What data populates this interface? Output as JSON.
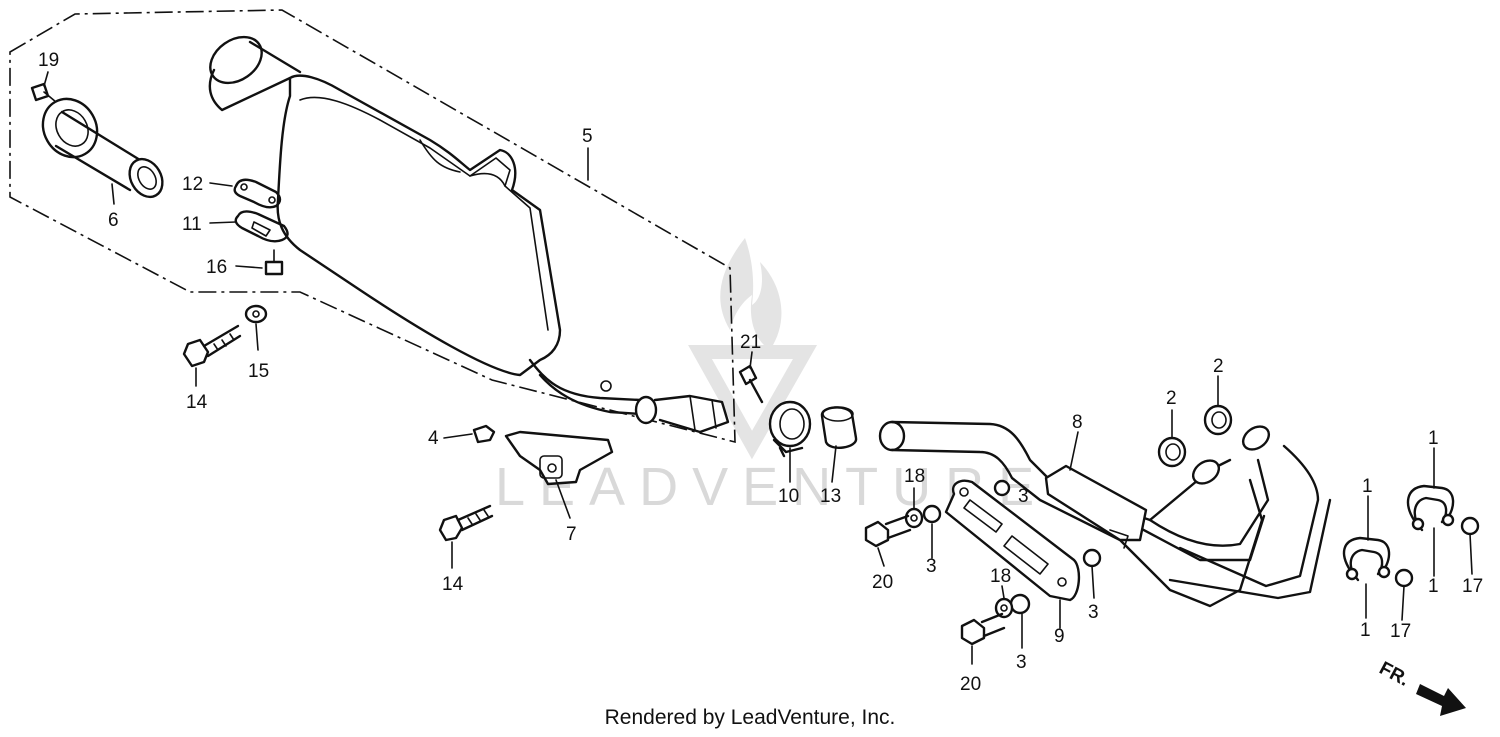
{
  "watermark": "LEADVENTURE",
  "direction_indicator": "FR.",
  "footer": "Rendered by LeadVenture, Inc.",
  "callouts": [
    {
      "id": "c19",
      "label": "19"
    },
    {
      "id": "c6",
      "label": "6"
    },
    {
      "id": "c12",
      "label": "12"
    },
    {
      "id": "c11",
      "label": "11"
    },
    {
      "id": "c16",
      "label": "16"
    },
    {
      "id": "c5",
      "label": "5"
    },
    {
      "id": "c15",
      "label": "15"
    },
    {
      "id": "c14a",
      "label": "14"
    },
    {
      "id": "c21",
      "label": "21"
    },
    {
      "id": "c4",
      "label": "4"
    },
    {
      "id": "c7",
      "label": "7"
    },
    {
      "id": "c14b",
      "label": "14"
    },
    {
      "id": "c10",
      "label": "10"
    },
    {
      "id": "c13",
      "label": "13"
    },
    {
      "id": "c18a",
      "label": "18"
    },
    {
      "id": "c3a",
      "label": "3"
    },
    {
      "id": "c20a",
      "label": "20"
    },
    {
      "id": "c3b",
      "label": "3"
    },
    {
      "id": "c8",
      "label": "8"
    },
    {
      "id": "c2a",
      "label": "2"
    },
    {
      "id": "c2b",
      "label": "2"
    },
    {
      "id": "c18b",
      "label": "18"
    },
    {
      "id": "c9",
      "label": "9"
    },
    {
      "id": "c3c",
      "label": "3"
    },
    {
      "id": "c3d",
      "label": "3"
    },
    {
      "id": "c20b",
      "label": "20"
    },
    {
      "id": "c1a",
      "label": "1"
    },
    {
      "id": "c1b",
      "label": "1"
    },
    {
      "id": "c1c",
      "label": "1"
    },
    {
      "id": "c1d",
      "label": "1"
    },
    {
      "id": "c17a",
      "label": "17"
    },
    {
      "id": "c17b",
      "label": "17"
    }
  ]
}
